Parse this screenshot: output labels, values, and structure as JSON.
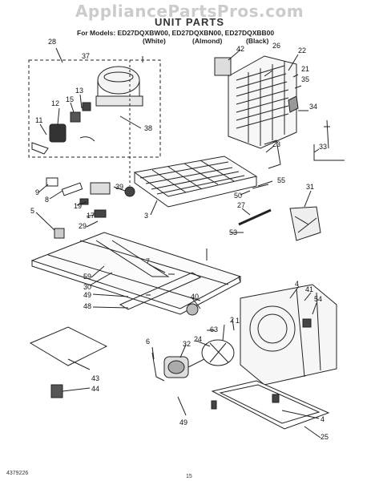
{
  "watermark": "AppliancePartsPros.com",
  "header": {
    "title": "UNIT PARTS",
    "models_line": "For Models: ED27DQXBW00, ED27DQXBN00, ED27DQXBB00",
    "variants": [
      "(White)",
      "(Almond)",
      "(Black)"
    ]
  },
  "footer": {
    "doc_number": "4379226",
    "page_number": "15"
  },
  "callouts": [
    "28",
    "37",
    "42",
    "26",
    "22",
    "21",
    "35",
    "13",
    "15",
    "12",
    "34",
    "11",
    "38",
    "23",
    "33",
    "39",
    "55",
    "9",
    "8",
    "50",
    "27",
    "31",
    "19",
    "3",
    "17",
    "29",
    "53",
    "5",
    "7",
    "59",
    "30",
    "49",
    "48",
    "40",
    "4",
    "41",
    "54",
    "63",
    "2",
    "1",
    "6",
    "32",
    "24",
    "43",
    "44",
    "49",
    "4",
    "25"
  ],
  "icons": [
    "compressor-drawing",
    "condenser-coil-drawing",
    "evaporator-coil-drawing",
    "base-pan-drawing",
    "fan-shroud-drawing",
    "fan-motor-drawing",
    "drain-pan-drawing"
  ]
}
